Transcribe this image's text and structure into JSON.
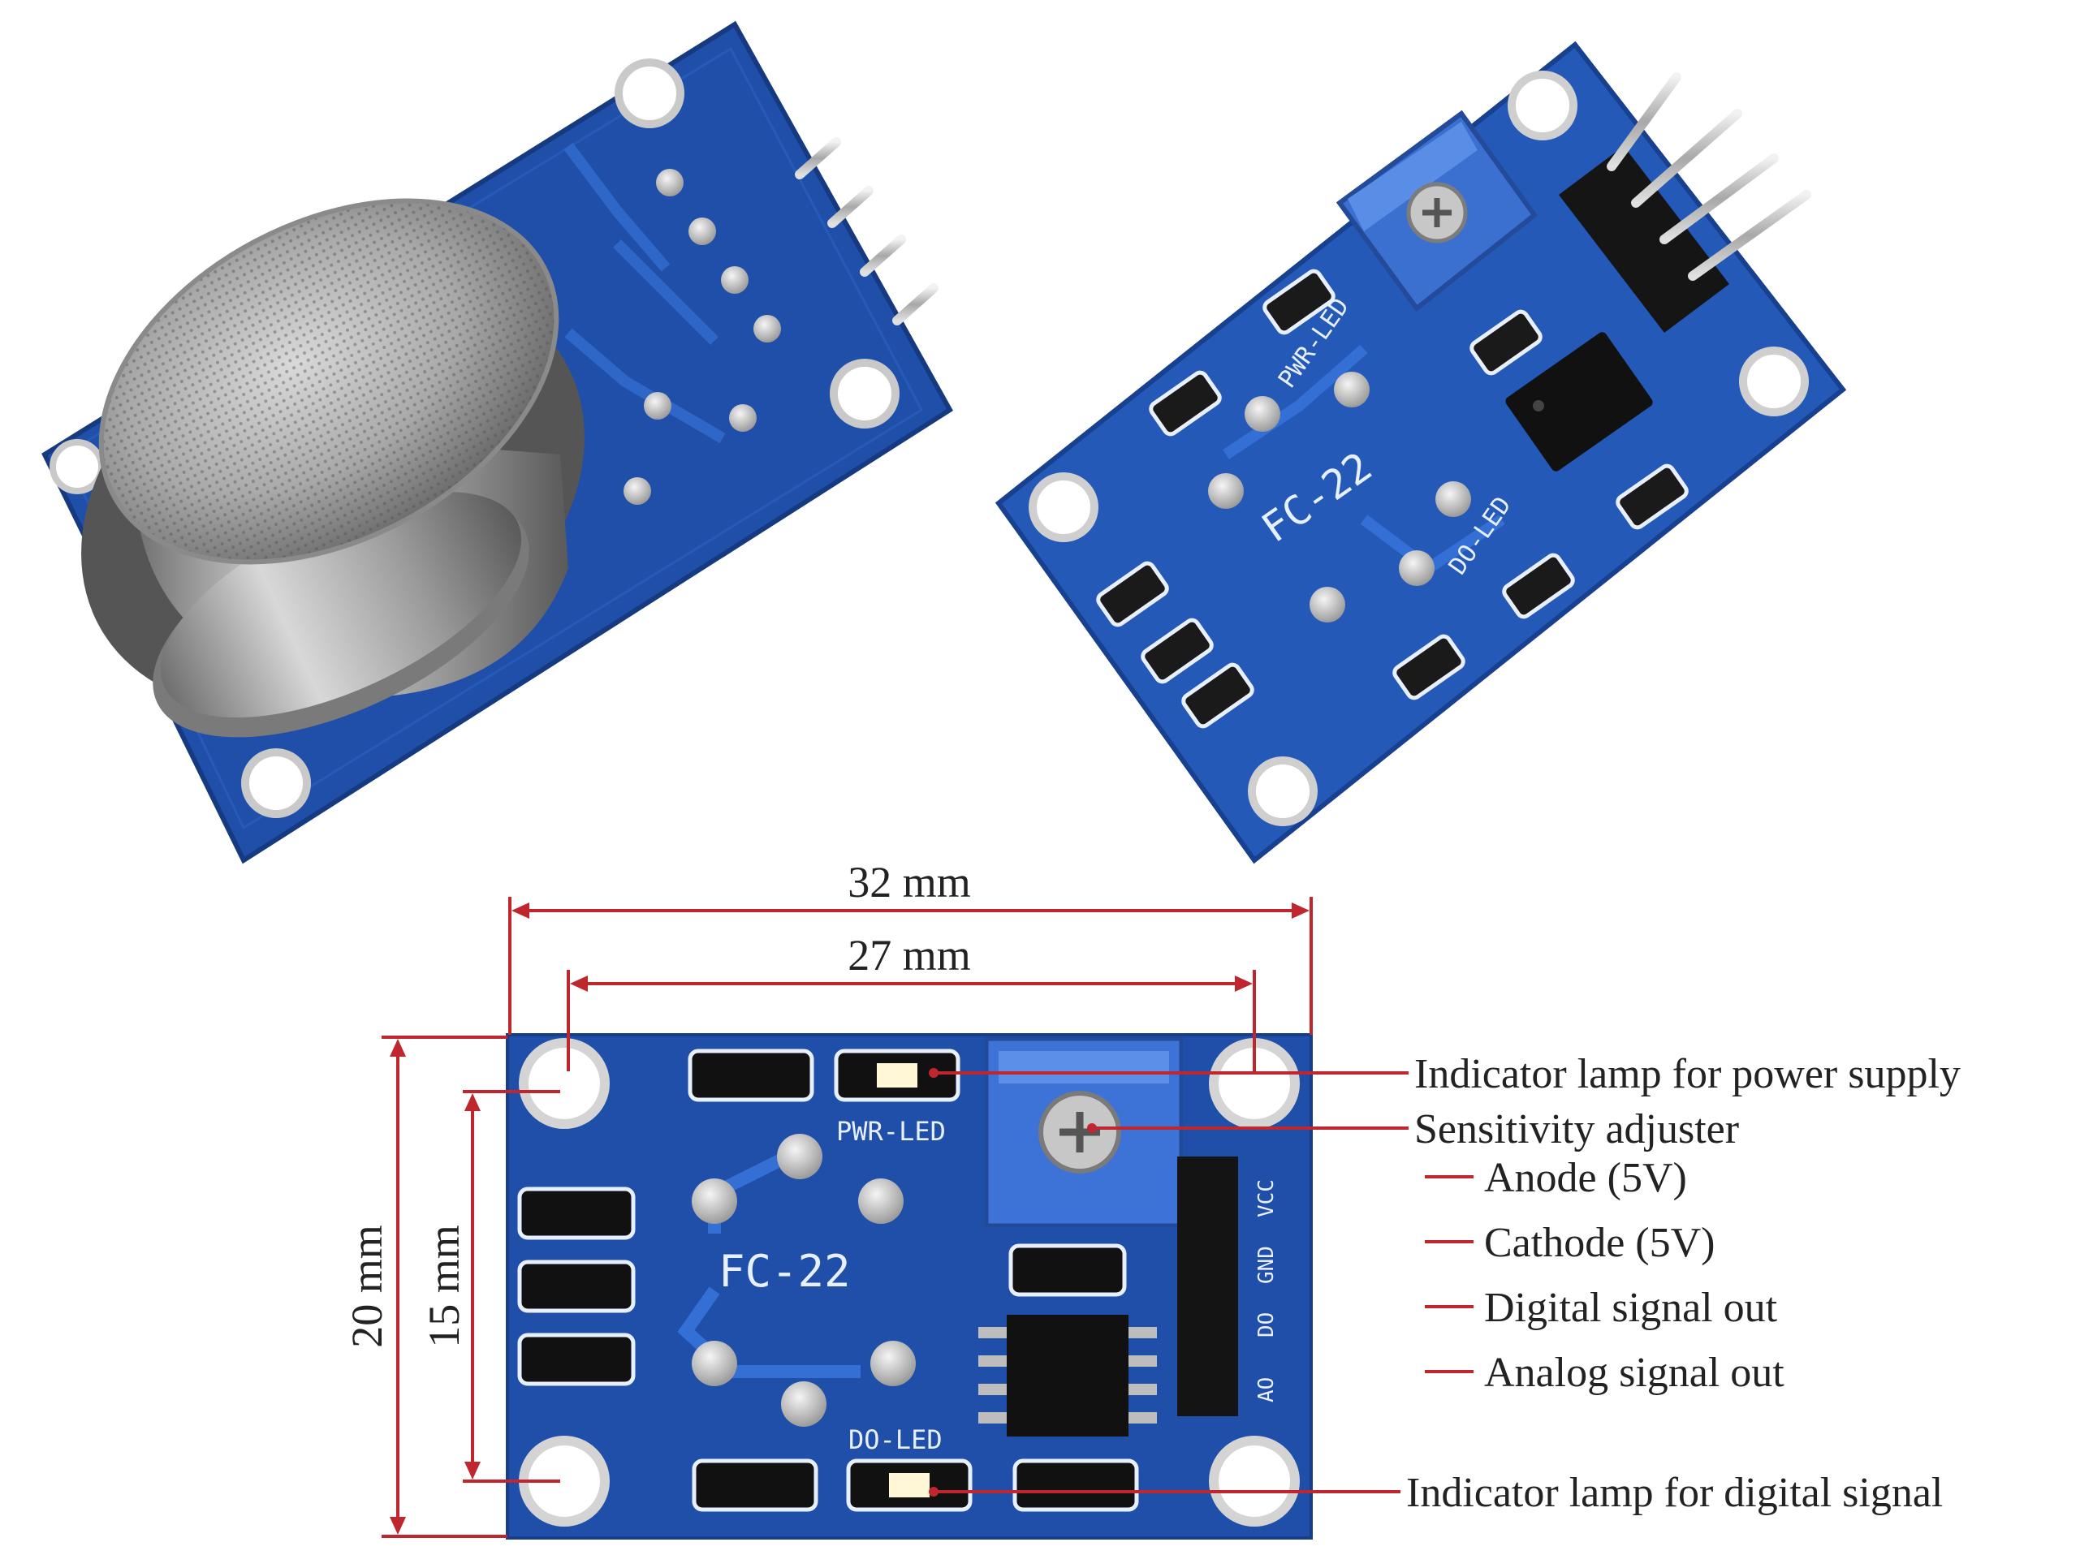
{
  "silkscreen": {
    "model": "FC-22",
    "pwr_led": "PWR-LED",
    "do_led": "DO-LED",
    "pin_vcc": "VCC",
    "pin_gnd": "GND",
    "pin_do": "DO",
    "pin_ao": "AO"
  },
  "dimensions": {
    "width_outer": "32 mm",
    "width_holes": "27 mm",
    "height_outer": "20 mm",
    "height_holes": "15 mm"
  },
  "callouts": {
    "power_lamp": "Indicator lamp for power supply",
    "sensitivity": "Sensitivity adjuster",
    "anode": "Anode (5V)",
    "cathode": "Cathode (5V)",
    "digital_out": "Digital signal out",
    "analog_out": "Analog signal out",
    "digital_lamp": "Indicator lamp for digital signal"
  },
  "colors": {
    "pcb": "#1f4fa8",
    "dimension_line": "#c0262d",
    "callout_line": "#c0262d"
  }
}
